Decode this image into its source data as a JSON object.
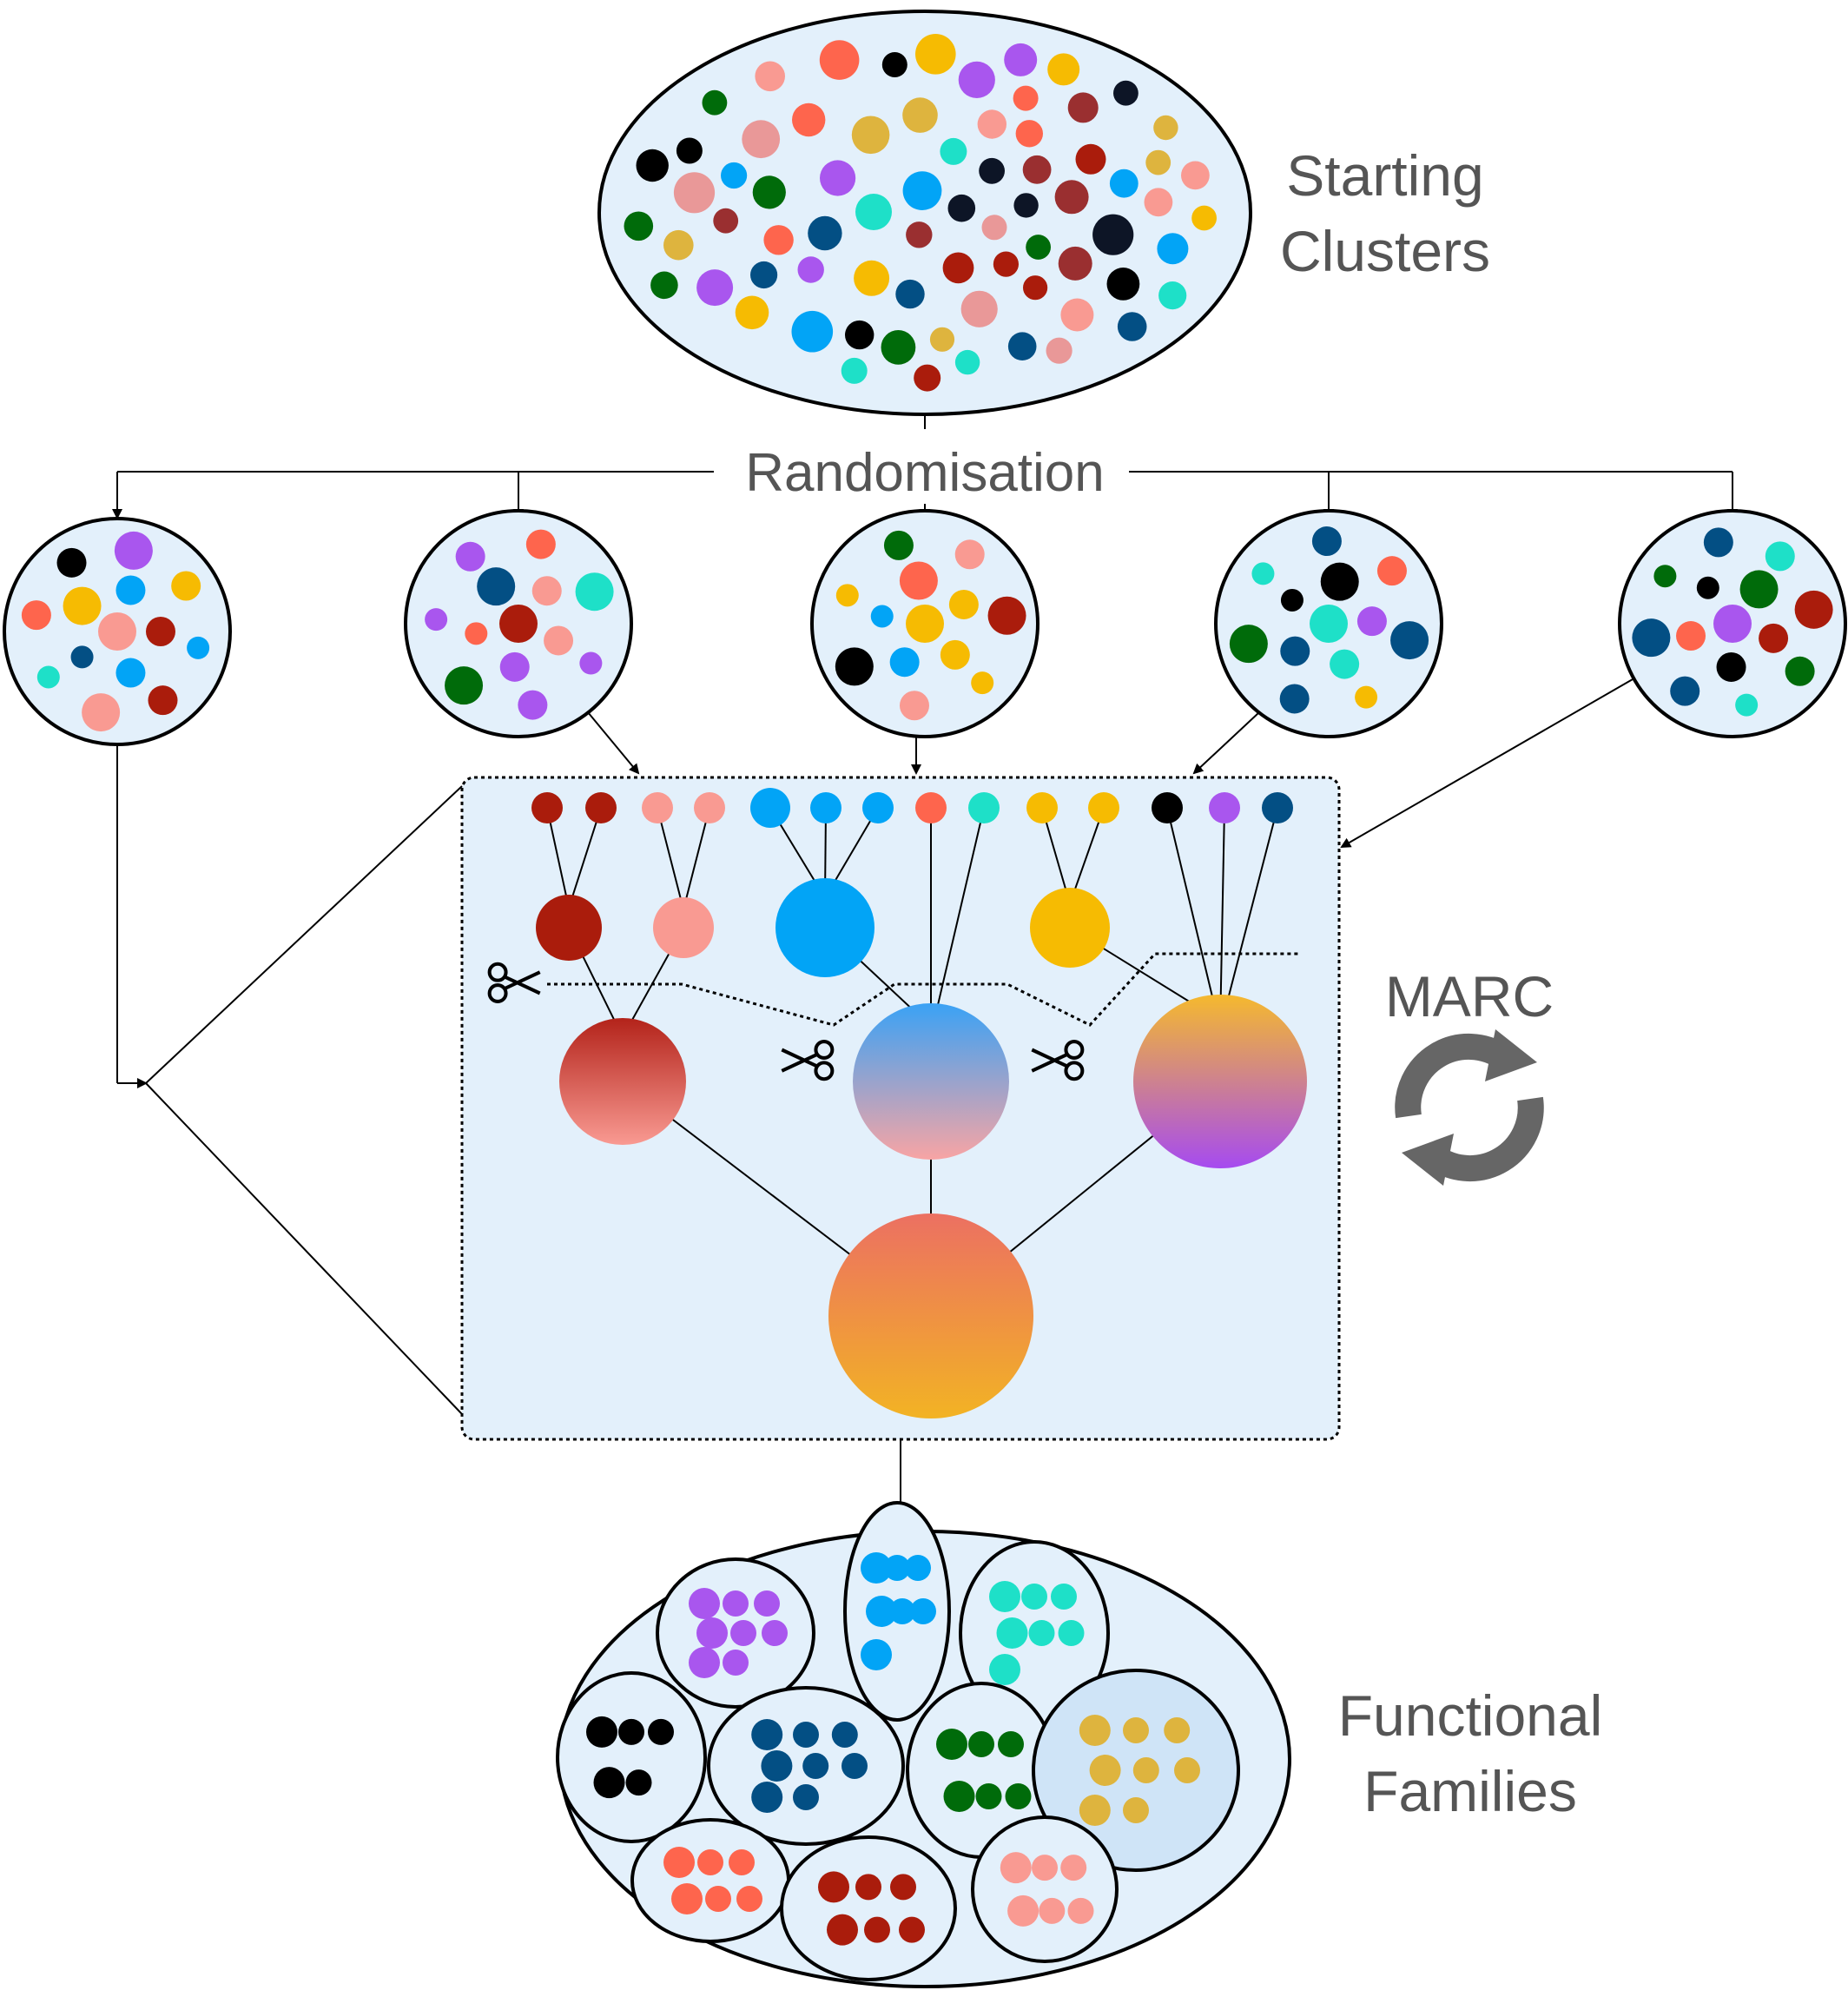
{
  "labels": {
    "starting": [
      "Starting",
      "Clusters"
    ],
    "randomisation": "Randomisation",
    "marc": "MARC",
    "functional": [
      "Functional",
      "Families"
    ]
  },
  "colors": {
    "line": "#000000",
    "label": "#555555",
    "panel_fill": "#e3f0fb",
    "cluster_fill": "#e3f0fb",
    "family_fill": "#e3f0fb",
    "family_highlight": "#cfe4f7",
    "cycle_icon": "#666666",
    "dark_red": "#aa1c0c",
    "pink": "#f99a92",
    "blue": "#02a4f6",
    "coral": "#fe654d",
    "teal": "#1ee0c8",
    "yellow": "#f6bb02",
    "gold": "#deb43e",
    "black": "#000000",
    "purple": "#a956ee",
    "navy": "#034f84",
    "green": "#006b0a",
    "maroon": "#9a2f30",
    "rose": "#e99898",
    "dark_navy": "#0d1526"
  },
  "icons": {
    "scissors": "scissors-icon",
    "cycle": "refresh-cycle-icon"
  },
  "hierarchy": {
    "leaf_colors": [
      "dark_red",
      "dark_red",
      "pink",
      "pink",
      "blue",
      "blue",
      "blue",
      "coral",
      "teal",
      "yellow",
      "yellow",
      "black",
      "purple",
      "navy"
    ],
    "level1_colors": [
      "dark_red",
      "pink",
      "blue",
      "yellow"
    ],
    "level2_gradients": [
      [
        "#b3231a",
        "#f99a92"
      ],
      [
        "#3aa2f5",
        "#f8a4a4"
      ],
      [
        "#f5b92e",
        "#a64bf0"
      ]
    ],
    "root_gradient": [
      "#ec7062",
      "#f2b324"
    ],
    "cuts": 3
  },
  "random_clusters": [
    [
      "pink",
      "dark_red",
      "blue",
      "navy",
      "yellow",
      "blue",
      "blue",
      "dark_red",
      "pink",
      "teal",
      "coral",
      "black",
      "purple",
      "yellow"
    ],
    [
      "dark_red",
      "pink",
      "purple",
      "coral",
      "navy",
      "pink",
      "purple",
      "purple",
      "green",
      "purple",
      "purple",
      "coral",
      "teal"
    ],
    [
      "yellow",
      "yellow",
      "blue",
      "blue",
      "coral",
      "yellow",
      "yellow",
      "pink",
      "black",
      "yellow",
      "green",
      "pink",
      "dark_red"
    ],
    [
      "teal",
      "teal",
      "navy",
      "black",
      "black",
      "purple",
      "yellow",
      "navy",
      "green",
      "teal",
      "navy",
      "coral",
      "navy"
    ],
    [
      "purple",
      "black",
      "coral",
      "black",
      "green",
      "dark_red",
      "teal",
      "navy",
      "navy",
      "green",
      "navy",
      "teal",
      "dark_red",
      "green"
    ]
  ],
  "families": [
    {
      "color": "purple",
      "count": 8
    },
    {
      "color": "blue",
      "count": 7
    },
    {
      "color": "teal",
      "count": 7
    },
    {
      "color": "black",
      "count": 5
    },
    {
      "color": "navy",
      "count": 8
    },
    {
      "color": "green",
      "count": 6
    },
    {
      "color": "gold",
      "count": 8
    },
    {
      "color": "coral",
      "count": 6
    },
    {
      "color": "dark_red",
      "count": 6
    },
    {
      "color": "pink",
      "count": 6
    }
  ]
}
